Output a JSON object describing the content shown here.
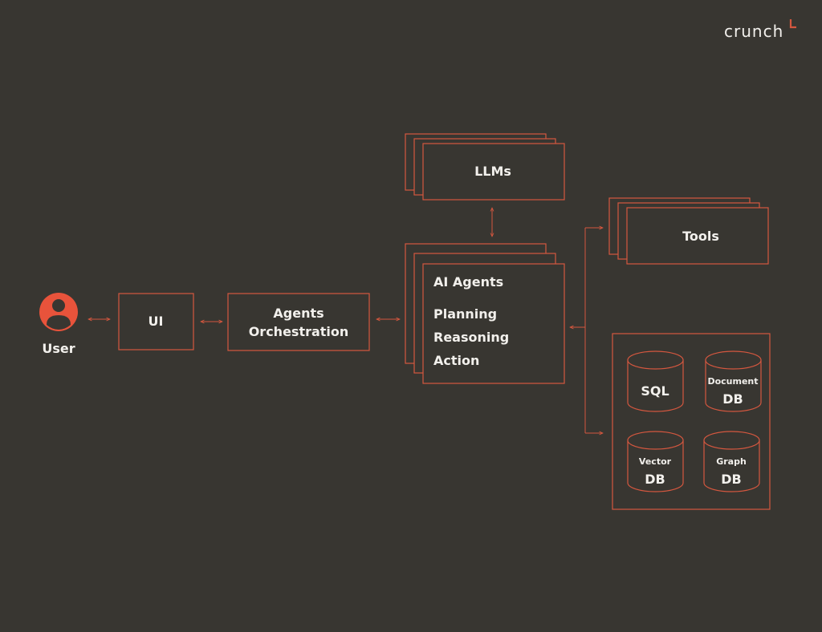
{
  "brand": {
    "logo_text": "crunch",
    "accent_color": "#d4573f",
    "background_color": "#383631",
    "text_color": "#f2f0ec"
  },
  "nodes": {
    "user": {
      "label": "User",
      "icon": "user-icon"
    },
    "ui": {
      "label": "UI"
    },
    "orchestration": {
      "line1": "Agents",
      "line2": "Orchestration"
    },
    "llms": {
      "label": "LLMs"
    },
    "agents": {
      "title": "AI Agents",
      "capabilities": [
        "Planning",
        "Reasoning",
        "Action"
      ]
    },
    "tools": {
      "label": "Tools"
    },
    "databases": {
      "sql": {
        "line1": "SQL"
      },
      "document": {
        "line1": "Document",
        "line2": "DB"
      },
      "vector": {
        "line1": "Vector",
        "line2": "DB"
      },
      "graph": {
        "line1": "Graph",
        "line2": "DB"
      }
    }
  }
}
